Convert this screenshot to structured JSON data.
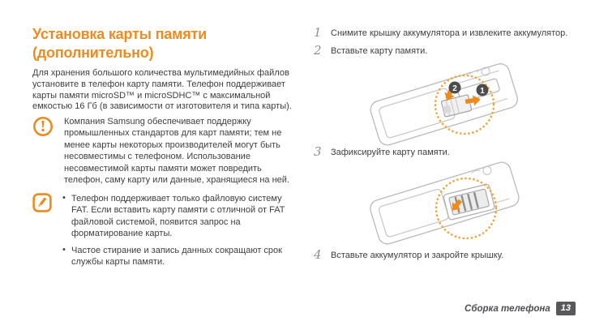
{
  "doc": {
    "heading": {
      "line1": "Установка карты памяти",
      "line2": "(дополнительно)"
    },
    "intro": "Для хранения большого количества мультимедийных файлов установите в телефон карту памяти. Телефон поддерживает карты памяти microSD™ и microSDHC™ с максимальной емкостью 16 Гб (в зависимости от изготовителя и типа карты).",
    "warning_note": {
      "icon": "exclamation-circle-icon",
      "text": "Компания Samsung обеспечивает поддержку промышленных стандартов для карт памяти; тем не менее карты некоторых производителей могут быть несовместимы с телефоном. Использование несовместимой карты памяти может повредить телефон, саму карту или данные, хранящиеся на ней."
    },
    "info_note": {
      "icon": "pen-note-icon",
      "bullets": [
        "Телефон поддерживает только файловую систему FAT. Если вставить карту памяти с отличной от FAT файловой системой, появится запрос на форматирование карты.",
        "Частое стирание и запись данных сокращают срок службы карты памяти."
      ]
    },
    "steps": [
      {
        "num": "1",
        "text": "Снимите крышку аккумулятора и извлеките аккумулятор."
      },
      {
        "num": "2",
        "text": "Вставьте карту памяти."
      },
      {
        "num": "3",
        "text": "Зафиксируйте карту памяти."
      },
      {
        "num": "4",
        "text": "Вставьте аккумулятор и закройте крышку."
      }
    ],
    "illustrations": {
      "badge1": "1",
      "badge2": "2"
    },
    "footer": {
      "section": "Сборка телефона",
      "page": "13"
    },
    "colors": {
      "accent_orange": "#EC8C1E",
      "dotted_circle": "#F0A238",
      "text_dark": "#3E3E3E",
      "step_number_gray": "#8F8F8F",
      "callout_badge": "#4D4D4D",
      "page_badge": "#58585A",
      "phone_outline": "#B9B9B9"
    }
  }
}
